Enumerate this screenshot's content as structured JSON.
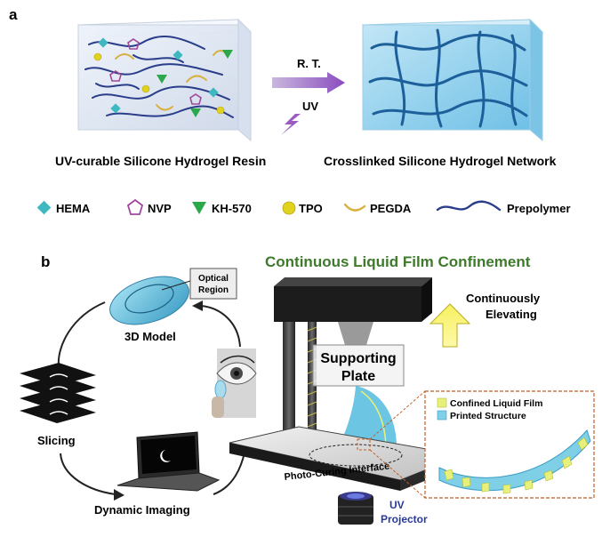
{
  "panel_a": {
    "label": "a",
    "arrow_top_label": "R. T.",
    "arrow_bottom_label": "UV",
    "left_caption": "UV-curable Silicone Hydrogel Resin",
    "right_caption": "Crosslinked Silicone Hydrogel Network",
    "legend": [
      {
        "name": "HEMA",
        "icon": "diamond-icon",
        "color": "#3fb8c0"
      },
      {
        "name": "NVP",
        "icon": "pentagon-icon",
        "color": "#a0489a"
      },
      {
        "name": "KH-570",
        "icon": "triangle-down-icon",
        "color": "#2aa84a"
      },
      {
        "name": "TPO",
        "icon": "circle-icon",
        "color": "#e0d21e"
      },
      {
        "name": "PEGDA",
        "icon": "arc-icon",
        "color": "#d8b040"
      },
      {
        "name": "Prepolymer",
        "icon": "wave-line-icon",
        "color": "#2a3d8a"
      }
    ]
  },
  "panel_b": {
    "label": "b",
    "title": "Continuous Liquid Film Confinement",
    "optical_region_line1": "Optical",
    "optical_region_line2": "Region",
    "model_label": "3D Model",
    "slicing_label": "Slicing",
    "imaging_label": "Dynamic Imaging",
    "elevating_line1": "Continuously",
    "elevating_line2": "Elevating",
    "plate_line1": "Supporting",
    "plate_line2": "Plate",
    "interface_label": "Photo-Curing Interface",
    "projector_line1": "UV",
    "projector_line2": "Projector",
    "inset_legend": [
      {
        "name": "Confined Liquid Film",
        "color": "#e6f07a"
      },
      {
        "name": "Printed Structure",
        "color": "#7fd0e6"
      }
    ]
  },
  "colors": {
    "title_green": "#3d7a2a",
    "uv_arrow": "#9a5cc0",
    "projector_blue": "#2a3a9a",
    "lens_blue": "#5fc0e0"
  }
}
